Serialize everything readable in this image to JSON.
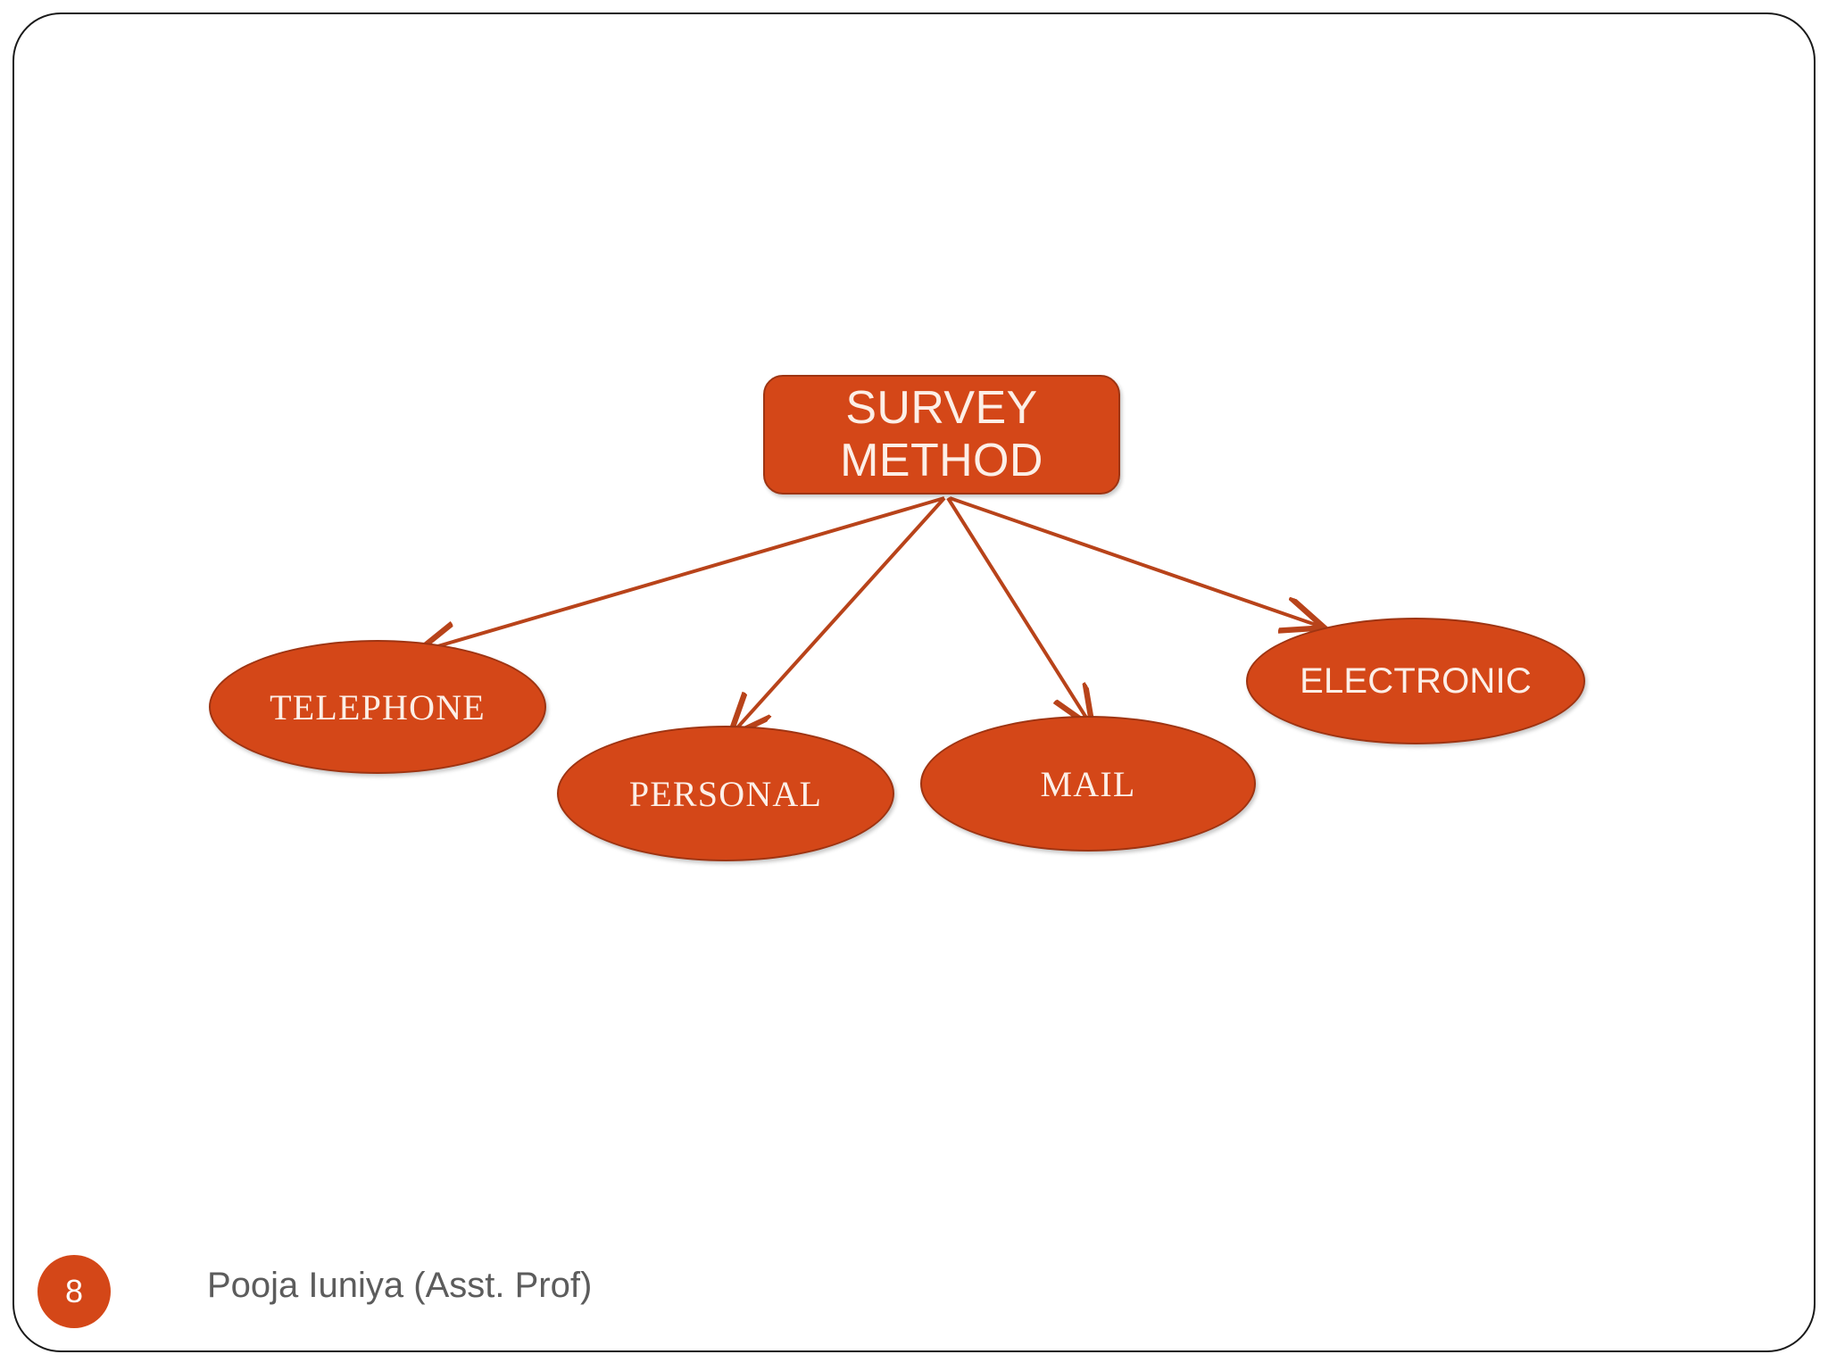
{
  "slide": {
    "page_number": "8",
    "footer_author": "Pooja Iuniya (Asst. Prof)",
    "frame_color": "#1a1a1a",
    "background": "#ffffff"
  },
  "theme": {
    "accent_fill": "#D44718",
    "accent_stroke": "#9E3412",
    "connector_color": "#B8431A",
    "node_text_color": "#FCEFE7",
    "footer_text_color": "#5C5C5C",
    "badge_text_color": "#FFFFFF"
  },
  "diagram": {
    "type": "hierarchy",
    "root": {
      "id": "survey-method",
      "label": "SURVEY METHOD",
      "label_line_1": "SURVEY",
      "label_line_2": "METHOD",
      "shape": "rounded-rectangle"
    },
    "children": [
      {
        "id": "telephone",
        "label": "TELEPHONE",
        "shape": "ellipse",
        "font": "serif"
      },
      {
        "id": "personal",
        "label": "PERSONAL",
        "shape": "ellipse",
        "font": "serif"
      },
      {
        "id": "mail",
        "label": "MAIL",
        "shape": "ellipse",
        "font": "serif"
      },
      {
        "id": "electronic",
        "label": "ELECTRONIC",
        "shape": "ellipse",
        "font": "sans"
      }
    ],
    "connectors": [
      {
        "from": "survey-method",
        "to": "telephone",
        "style": "arrow"
      },
      {
        "from": "survey-method",
        "to": "personal",
        "style": "arrow"
      },
      {
        "from": "survey-method",
        "to": "mail",
        "style": "arrow"
      },
      {
        "from": "survey-method",
        "to": "electronic",
        "style": "arrow"
      }
    ]
  }
}
